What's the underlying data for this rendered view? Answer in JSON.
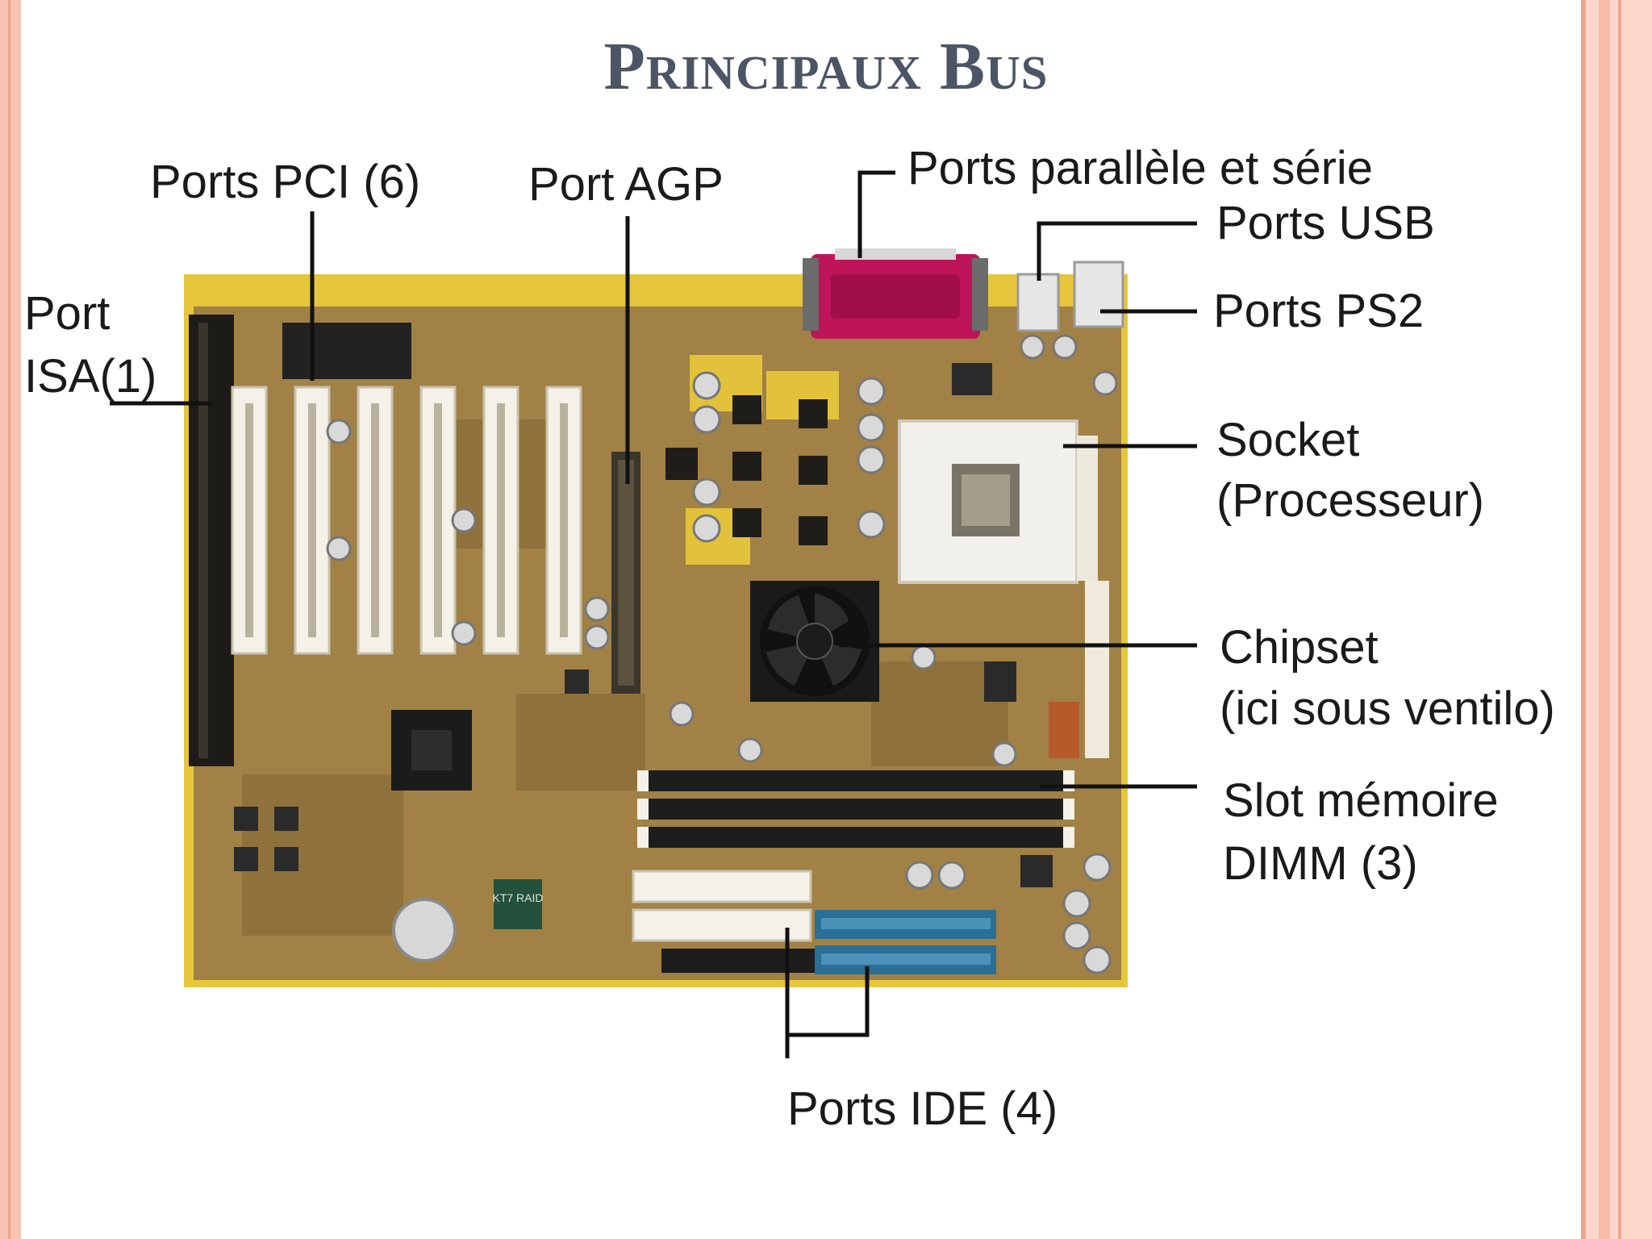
{
  "title": "Principaux Bus",
  "labels": {
    "pci": "Ports PCI (6)",
    "agp": "Port AGP",
    "parallel_serial": "Ports parallèle et série",
    "usb": "Ports USB",
    "ps2": "Ports PS2",
    "isa_line1": "Port",
    "isa_line2": "ISA(1)",
    "socket_line1": "Socket",
    "socket_line2": "(Processeur)",
    "chipset_line1": "Chipset",
    "chipset_line2": "(ici sous ventilo)",
    "dimm_line1": "Slot mémoire",
    "dimm_line2": "DIMM (3)",
    "ide": "Ports IDE (4)"
  },
  "board_marks": {
    "chip_label": "KT7 RAID"
  },
  "colors": {
    "title": "#4c5565",
    "board": "#a8874a",
    "board_edge": "#e2c23a",
    "parallel_port": "#c0145a",
    "ide_connector": "#2a6f95",
    "slot_white": "#f4f1e8"
  }
}
